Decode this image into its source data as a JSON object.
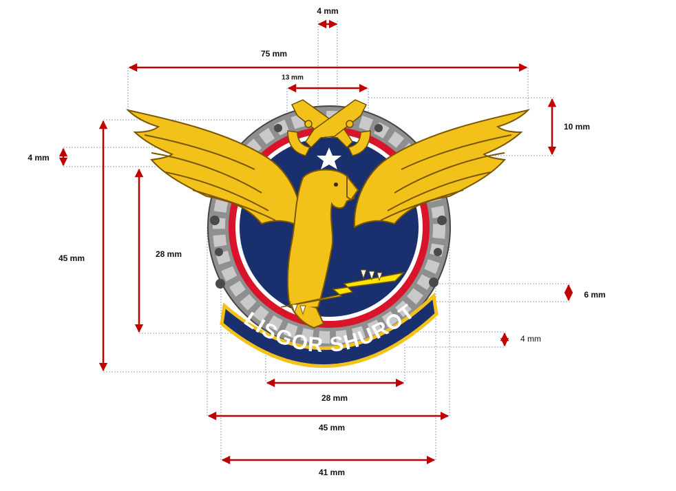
{
  "diagram": {
    "dimensions": {
      "pistol_gap": "4 mm",
      "total_width": "75 mm",
      "pistols_width": "13 mm",
      "pistols_height": "10 mm",
      "wing_band": "4 mm",
      "total_height": "45 mm",
      "circle_height": "28 mm",
      "ribbon_offset": "6 mm",
      "ribbon_thickness": "4 mm",
      "ribbon_width": "28 mm",
      "chain_width": "45 mm",
      "circle_width": "41 mm"
    },
    "emblem": {
      "ribbon_text": "LISGOR SHUROT"
    },
    "colors": {
      "dimension_arrow": "#c00000",
      "guide_line": "#6f8fb8",
      "navy": "#1a2f6e",
      "red_ring": "#d9142a",
      "gold": "#f2c21a",
      "gold_dark": "#8a6400",
      "chain": "#9a9a9a"
    }
  }
}
